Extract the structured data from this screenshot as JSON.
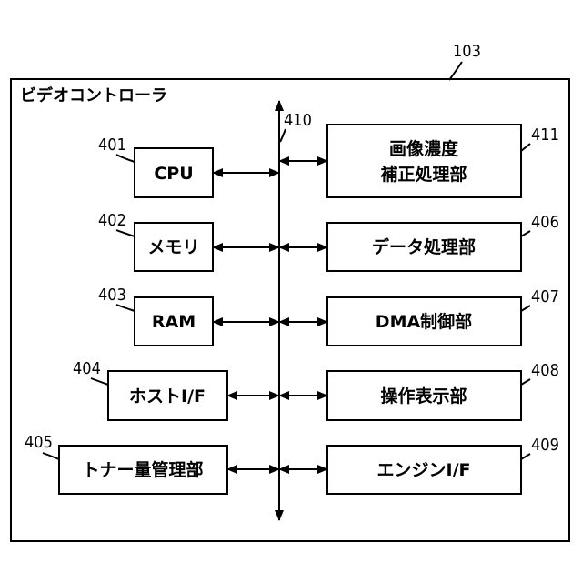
{
  "diagram": {
    "outer_ref": "103",
    "title": "ビデオコントローラ",
    "bus_ref": "410",
    "left_blocks": [
      {
        "ref": "401",
        "label": "CPU"
      },
      {
        "ref": "402",
        "label": "メモリ"
      },
      {
        "ref": "403",
        "label": "RAM"
      },
      {
        "ref": "404",
        "label": "ホストI/F"
      },
      {
        "ref": "405",
        "label": "トナー量管理部"
      }
    ],
    "right_blocks": [
      {
        "ref": "411",
        "label_line1": "画像濃度",
        "label_line2": "補正処理部"
      },
      {
        "ref": "406",
        "label": "データ処理部"
      },
      {
        "ref": "407",
        "label": "DMA制御部"
      },
      {
        "ref": "408",
        "label": "操作表示部"
      },
      {
        "ref": "409",
        "label": "エンジンI/F"
      }
    ]
  }
}
